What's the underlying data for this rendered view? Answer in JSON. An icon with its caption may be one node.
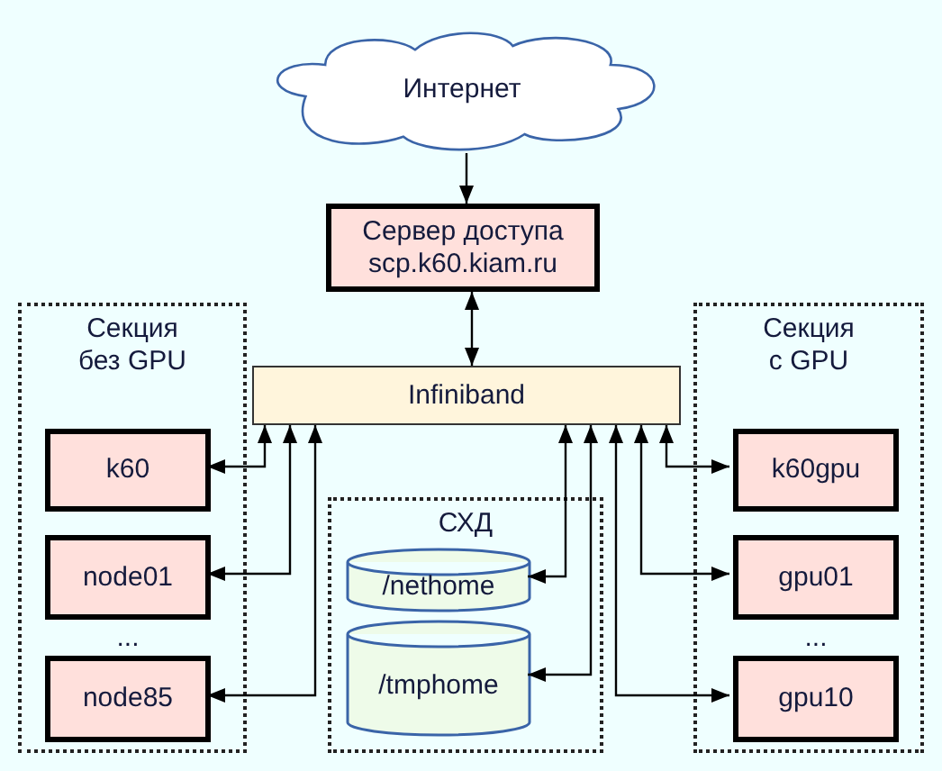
{
  "diagram": {
    "nodes": [
      {
        "text": [
          "Интернет"
        ]
      },
      {
        "text": [
          "Сервер доступа",
          "scp.k60.kiam.ru"
        ]
      },
      {
        "text": [
          "Секция без GPU"
        ]
      },
      {
        "text": [
          "k60"
        ],
        "in": 2
      },
      {
        "text": [
          "node01"
        ],
        "in": 2
      },
      {
        "text": [
          "node85"
        ],
        "in": 2
      },
      {
        "text": [
          "Infiniband"
        ]
      },
      {
        "text": [
          "СХД"
        ]
      },
      {
        "text": [
          "/nethome"
        ],
        "in": 7
      },
      {
        "text": [
          "/tmphome"
        ],
        "in": 7
      },
      {
        "text": [
          "Секция с GPU"
        ]
      },
      {
        "text": [
          "k60gpu"
        ],
        "in": 10
      },
      {
        "text": [
          "gpu01"
        ],
        "in": 10
      },
      {
        "text": [
          "gpu10"
        ],
        "in": 10
      }
    ],
    "edges": [
      {
        "from": 0,
        "to": 1,
        "arrow": "to"
      },
      {
        "from": 1,
        "to": 6,
        "arrow": "both"
      },
      {
        "from": 6,
        "to": 3,
        "arrow": "both"
      },
      {
        "from": 6,
        "to": 4,
        "arrow": "both"
      },
      {
        "from": 6,
        "to": 5,
        "arrow": "both"
      },
      {
        "from": 6,
        "to": 8,
        "arrow": "both"
      },
      {
        "from": 6,
        "to": 9,
        "arrow": "both"
      },
      {
        "from": 6,
        "to": 11,
        "arrow": "both"
      },
      {
        "from": 6,
        "to": 12,
        "arrow": "both"
      },
      {
        "from": 6,
        "to": 13,
        "arrow": "both"
      }
    ],
    "labels": [
      "...",
      "..."
    ]
  }
}
